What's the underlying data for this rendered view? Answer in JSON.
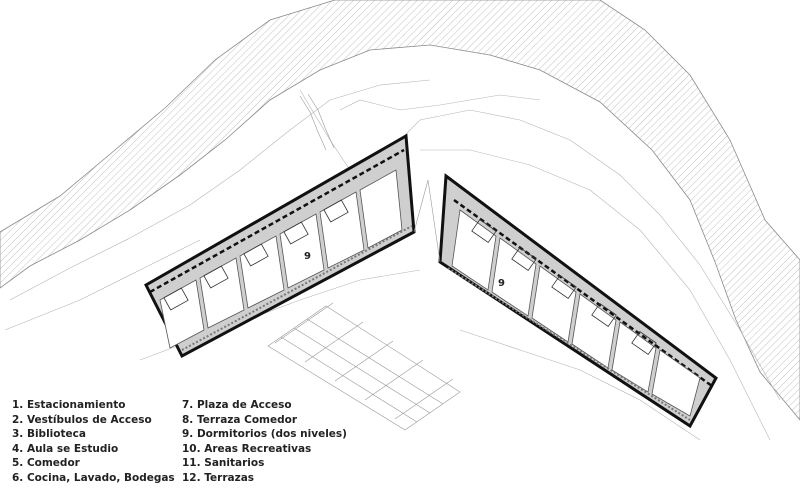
{
  "legend": {
    "left": [
      "1. Estacionamiento",
      "2. Vestíbulos de Acceso",
      "3. Biblioteca",
      "4. Aula se Estudio",
      "5. Comedor",
      "6. Cocina, Lavado, Bodegas"
    ],
    "right": [
      "7. Plaza de Acceso",
      "8. Terraza Comedor",
      "9. Dormitorios (dos niveles)",
      "10. Areas Recreativas",
      "11. Sanitarios",
      "12. Terrazas"
    ]
  },
  "plan": {
    "left_wing_label": "9",
    "right_wing_label": "9"
  },
  "colors": {
    "wall": "#111111",
    "floor_fill": "#cfcfcf",
    "line": "#9a9a9a",
    "hatch": "#a8a8a8",
    "background": "#ffffff"
  }
}
